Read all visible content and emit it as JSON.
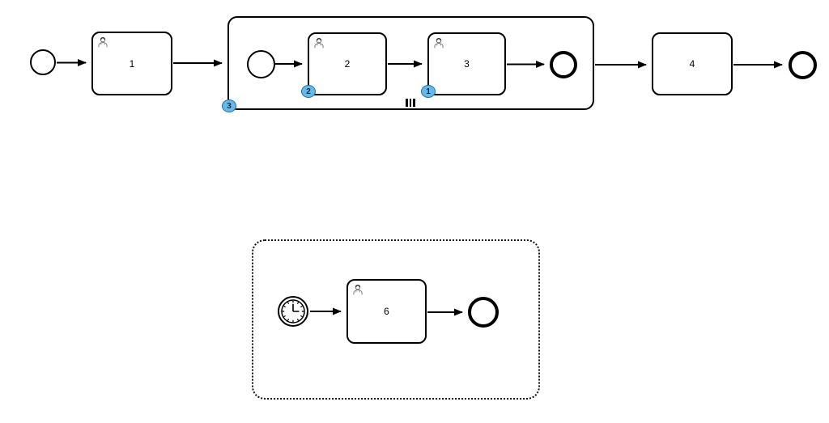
{
  "diagram": {
    "type": "bpmn-process",
    "colors": {
      "stroke": "#000000",
      "shape_fill": "#ffffff",
      "badge_fill": "#66b9e8",
      "badge_border": "#1d6fa5",
      "badge_text": "#0d2a3a"
    }
  },
  "nodes": {
    "start_event_main": {
      "type": "start-event"
    },
    "task1": {
      "type": "user-task",
      "label": "1"
    },
    "subprocess": {
      "type": "multi-instance-subprocess",
      "badge": "3",
      "marker": "parallel-multi-instance"
    },
    "start_event_sub": {
      "type": "start-event"
    },
    "task2": {
      "type": "user-task",
      "label": "2",
      "badge": "2"
    },
    "task3": {
      "type": "user-task",
      "label": "3",
      "badge": "1"
    },
    "end_event_sub": {
      "type": "end-event"
    },
    "task4": {
      "type": "task",
      "label": "4"
    },
    "end_event_main": {
      "type": "end-event"
    },
    "event_subprocess": {
      "type": "event-subprocess"
    },
    "timer_start_event": {
      "type": "timer-start-event"
    },
    "task6": {
      "type": "user-task",
      "label": "6"
    },
    "end_event_lower": {
      "type": "end-event"
    }
  }
}
